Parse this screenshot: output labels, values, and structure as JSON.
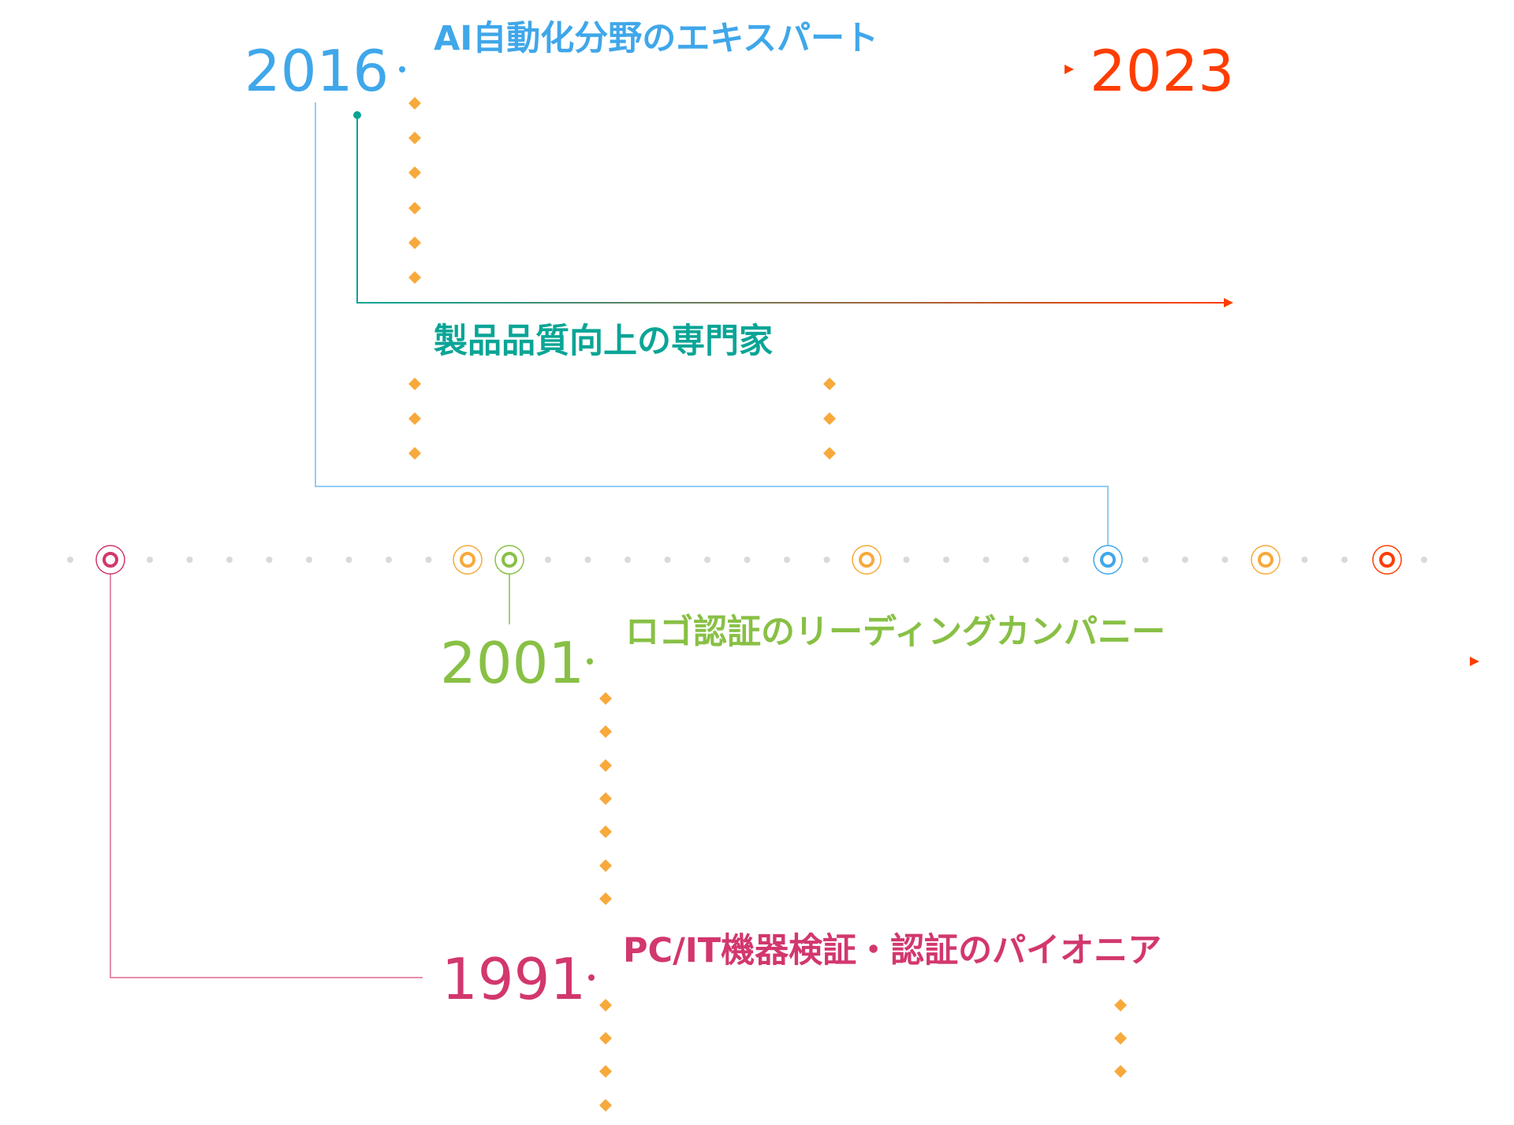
{
  "colors": {
    "blue": "#3fa7ea",
    "teal": "#0aa596",
    "green": "#88c045",
    "magenta": "#d2376e",
    "orange": "#ff3d00",
    "bullet": "#f7a93b",
    "dot_gray": "#d9d9d9"
  },
  "timeline": {
    "markers": [
      {
        "color": "#d2376e"
      },
      {
        "color": "#f7a93b"
      },
      {
        "color": "#88c045"
      },
      {
        "color": "#f7a93b"
      },
      {
        "color": "#3fa7ea"
      },
      {
        "color": "#f7a93b"
      },
      {
        "color": "#ff3d00"
      }
    ]
  },
  "sections": {
    "ai": {
      "year_start": "2016",
      "year_end": "2023",
      "heading": "AI自動化分野のエキスパート"
    },
    "quality": {
      "heading": "製品品質向上の専門家"
    },
    "logo": {
      "year": "2001",
      "heading": "ロゴ認証のリーディングカンパニー"
    },
    "pioneer": {
      "year": "1991",
      "heading": "PC/IT機器検証・認証のパイオニア"
    }
  }
}
